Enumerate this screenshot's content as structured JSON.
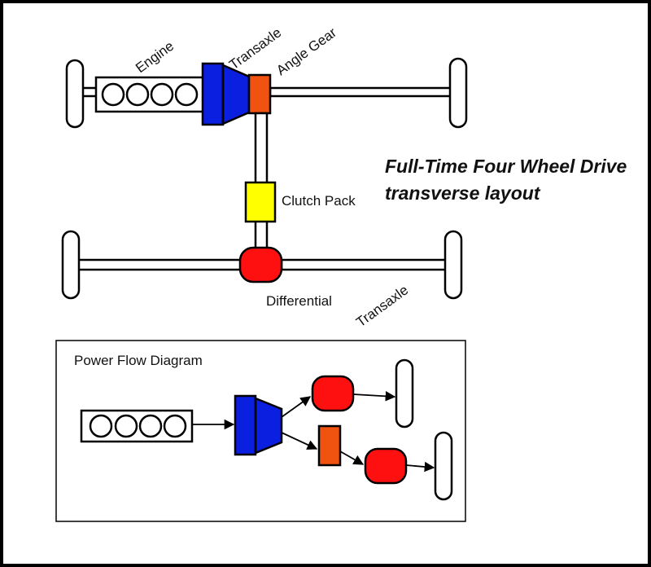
{
  "title": {
    "line1": "Full-Time Four Wheel Drive",
    "line2": "transverse layout"
  },
  "labels": {
    "engine": "Engine",
    "transaxle_top": "Transaxle",
    "angle_gear": "Angle Gear",
    "clutch_pack": "Clutch Pack",
    "differential": "Differential",
    "transaxle_rear": "Transaxle"
  },
  "inset": {
    "title": "Power Flow Diagram"
  },
  "colors": {
    "transaxle": "#0a1fe0",
    "angle_gear": "#f0520f",
    "clutch_pack": "#ffff00",
    "differential": "#ff1010",
    "outline": "#000000",
    "background": "#ffffff"
  }
}
